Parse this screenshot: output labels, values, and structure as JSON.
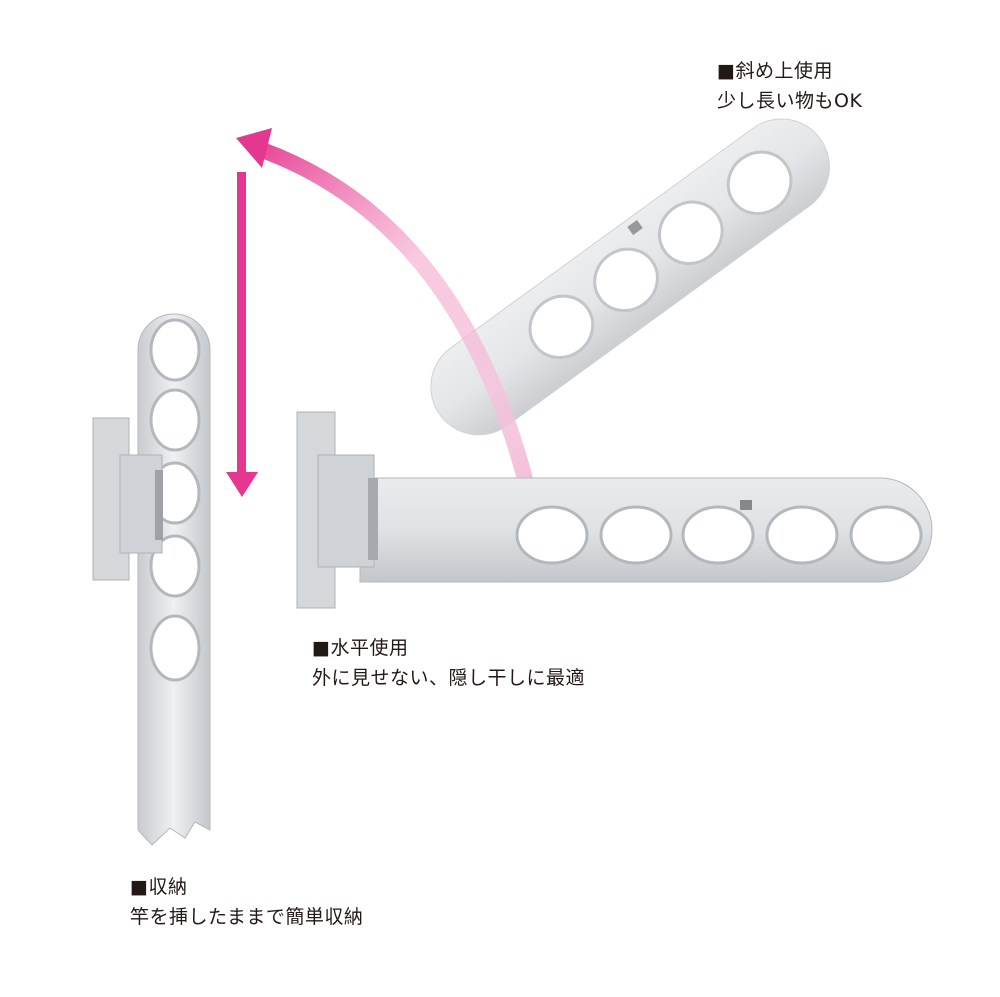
{
  "captions": {
    "diagonal": {
      "title": "■斜め上使用",
      "desc": "少し長い物もOK"
    },
    "horizontal": {
      "title": "■水平使用",
      "desc": "外に見せない、隠し干しに最適"
    },
    "storage": {
      "title": "■収納",
      "desc": "竿を挿したままで簡単収納"
    }
  },
  "colors": {
    "arrow": "#e5378f",
    "hanger": "#d9dcdf",
    "hanger_edge": "#b4b8bc"
  }
}
